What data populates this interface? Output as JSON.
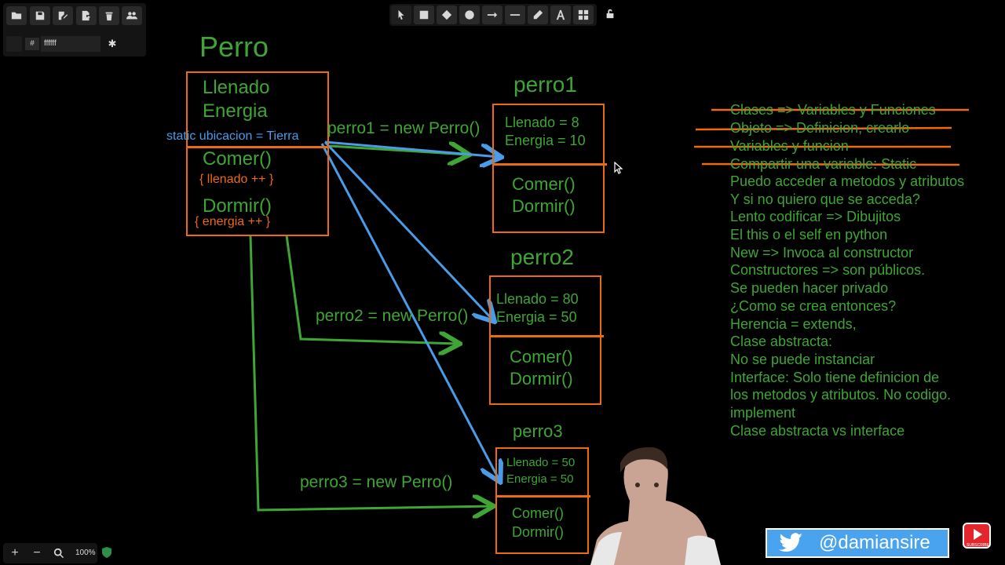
{
  "toolbar_left": {
    "buttons": [
      {
        "name": "open-folder-button",
        "icon": "folder-icon"
      },
      {
        "name": "save-button",
        "icon": "save-icon"
      },
      {
        "name": "edit-doc-button",
        "icon": "pen-doc-icon"
      },
      {
        "name": "export-button",
        "icon": "export-icon"
      },
      {
        "name": "delete-button",
        "icon": "trash-icon"
      },
      {
        "name": "collaborate-button",
        "icon": "users-icon"
      }
    ],
    "color_hash": "#",
    "color_value": "ffffff"
  },
  "toolbar_top": {
    "tools": [
      "select",
      "rectangle",
      "diamond",
      "ellipse",
      "arrow",
      "line",
      "pencil",
      "text",
      "library",
      "lock"
    ]
  },
  "zoom": {
    "level": "100%"
  },
  "diagram": {
    "class_title": "Perro",
    "class_attrs": [
      "Llenado",
      "Energia"
    ],
    "static_attr": "static ubicacion = Tierra",
    "methods": [
      {
        "name": "Comer()",
        "body": "{ llenado ++ }"
      },
      {
        "name": "Dormir()",
        "body": "{ energia ++ }"
      }
    ],
    "instances": [
      {
        "title": "perro1",
        "attrs": [
          "Llenado = 8",
          "Energia = 10"
        ],
        "methods": [
          "Comer()",
          "Dormir()"
        ],
        "label": "perro1 = new Perro()"
      },
      {
        "title": "perro2",
        "attrs": [
          "Llenado = 80",
          "Energia = 50"
        ],
        "methods": [
          "Comer()",
          "Dormir()"
        ],
        "label": "perro2 = new Perro()"
      },
      {
        "title": "perro3",
        "attrs": [
          "Llenado = 50",
          "Energia = 50"
        ],
        "methods": [
          "Comer()",
          "Dormir()"
        ],
        "label": "perro3 = new Perro()"
      }
    ]
  },
  "notes": [
    "Clases => Variables y Funciones",
    "Objeto => Definicion, crearlo",
    "Variables y funcion",
    "Compartir una variable: Static",
    "Puedo acceder a metodos y atributos",
    "Y si no quiero que se acceda?",
    "Lento codificar => Dibujitos",
    "El this o el self en python",
    "New => Invoca al constructor",
    "Constructores => son públicos.",
    "Se pueden hacer privado",
    "¿Como se crea entonces?",
    "Herencia = extends,",
    "Clase abstracta:",
    "No se puede instanciar",
    "Interface: Solo tiene definicion de",
    "los metodos y atributos. No codigo.",
    "implement",
    "Clase abstracta vs interface"
  ],
  "social": {
    "twitter": "@damiansire",
    "youtube_sub": "SUBSCRIBE"
  },
  "colors": {
    "green": "#3fa535",
    "orange": "#ec6a12",
    "blue": "#4a9be8",
    "twitter": "#4aa3ee",
    "youtube": "#e3262b"
  }
}
